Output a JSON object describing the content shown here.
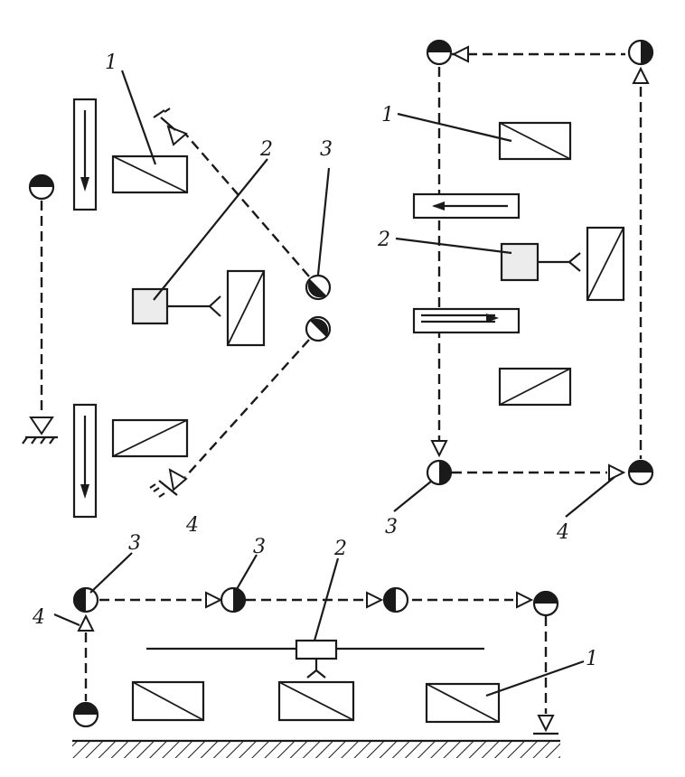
{
  "diagrams": {
    "left": {
      "labels": [
        "1",
        "2",
        "3",
        "4"
      ]
    },
    "right": {
      "labels": [
        "1",
        "2",
        "3",
        "4"
      ]
    },
    "bottom": {
      "labels": [
        "3",
        "3",
        "4",
        "2",
        "1"
      ]
    }
  },
  "colors": {
    "ink": "#1a1a1a",
    "paper": "#ffffff"
  }
}
